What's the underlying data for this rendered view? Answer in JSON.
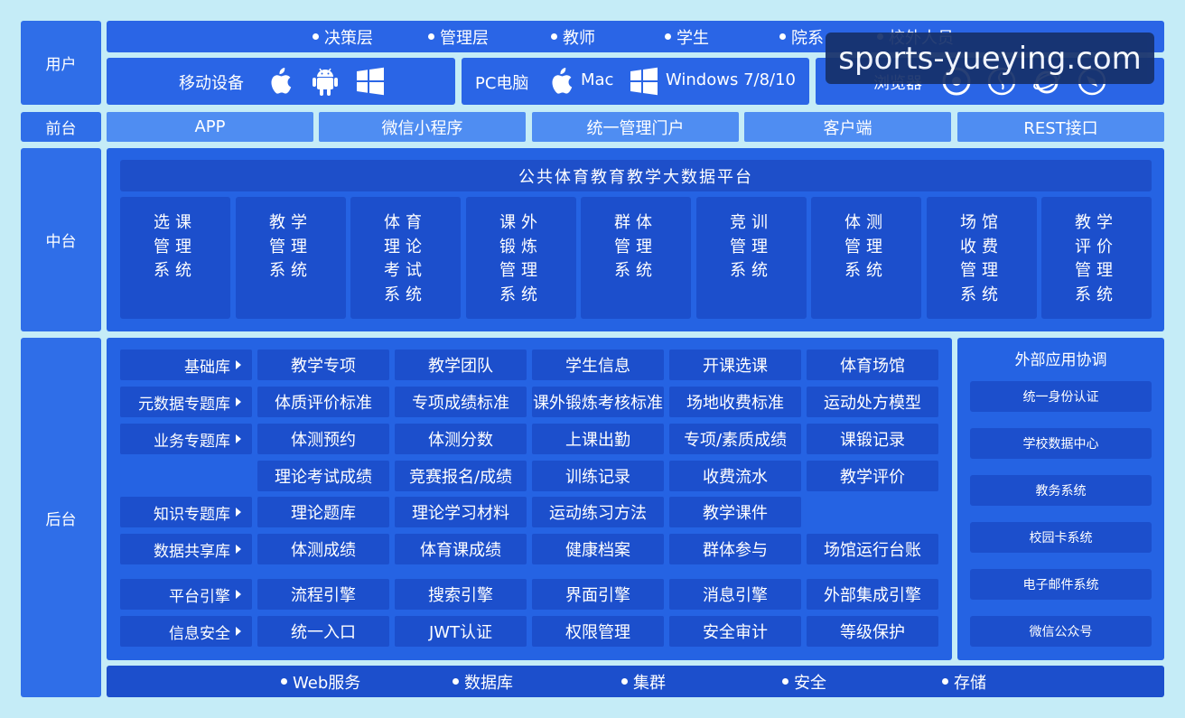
{
  "sections": {
    "users": "用户",
    "front": "前台",
    "middle": "中台",
    "back": "后台"
  },
  "user_roles": [
    "决策层",
    "管理层",
    "教师",
    "学生",
    "院系",
    "校外人员"
  ],
  "devices": {
    "mobile_label": "移动设备",
    "pc_label": "PC电脑",
    "mac_label": "Mac",
    "windows_label": "Windows 7/8/10",
    "browser_label": "浏览器"
  },
  "front_items": [
    "APP",
    "微信小程序",
    "统一管理门户",
    "客户端",
    "REST接口"
  ],
  "middle": {
    "platform_title": "公共体育教育教学大数据平台",
    "systems": [
      [
        "选课",
        "管理",
        "系统"
      ],
      [
        "教学",
        "管理",
        "系统"
      ],
      [
        "体育",
        "理论",
        "考试",
        "系统"
      ],
      [
        "课外",
        "锻炼",
        "管理",
        "系统"
      ],
      [
        "群体",
        "管理",
        "系统"
      ],
      [
        "竞训",
        "管理",
        "系统"
      ],
      [
        "体测",
        "管理",
        "系统"
      ],
      [
        "场馆",
        "收费",
        "管理",
        "系统"
      ],
      [
        "教学",
        "评价",
        "管理",
        "系统"
      ]
    ]
  },
  "back": {
    "row_labels": [
      "基础库",
      "元数据专题库",
      "业务专题库",
      "",
      "知识专题库",
      "数据共享库",
      "平台引擎",
      "信息安全"
    ],
    "grid": [
      [
        "教学专项",
        "教学团队",
        "学生信息",
        "开课选课",
        "体育场馆"
      ],
      [
        "体质评价标准",
        "专项成绩标准",
        "课外锻炼考核标准",
        "场地收费标准",
        "运动处方模型"
      ],
      [
        "体测预约",
        "体测分数",
        "上课出勤",
        "专项/素质成绩",
        "课锻记录"
      ],
      [
        "理论考试成绩",
        "竞赛报名/成绩",
        "训练记录",
        "收费流水",
        "教学评价"
      ],
      [
        "理论题库",
        "理论学习材料",
        "运动练习方法",
        "教学课件",
        ""
      ],
      [
        "体测成绩",
        "体育课成绩",
        "健康档案",
        "群体参与",
        "场馆运行台账"
      ],
      [
        "流程引擎",
        "搜索引擎",
        "界面引擎",
        "消息引擎",
        "外部集成引擎"
      ],
      [
        "统一入口",
        "JWT认证",
        "权限管理",
        "安全审计",
        "等级保护"
      ]
    ],
    "external_title": "外部应用协调",
    "external_items": [
      "统一身份认证",
      "学校数据中心",
      "教务系统",
      "校园卡系统",
      "电子邮件系统",
      "微信公众号"
    ]
  },
  "infrastructure": [
    "Web服务",
    "数据库",
    "集群",
    "安全",
    "存储"
  ],
  "watermark": "sports-yueying.com",
  "colors": {
    "background": "#c5ecf7",
    "panel": "#2563e3",
    "cell": "#1c4fcc",
    "front": "#4f8df2"
  }
}
